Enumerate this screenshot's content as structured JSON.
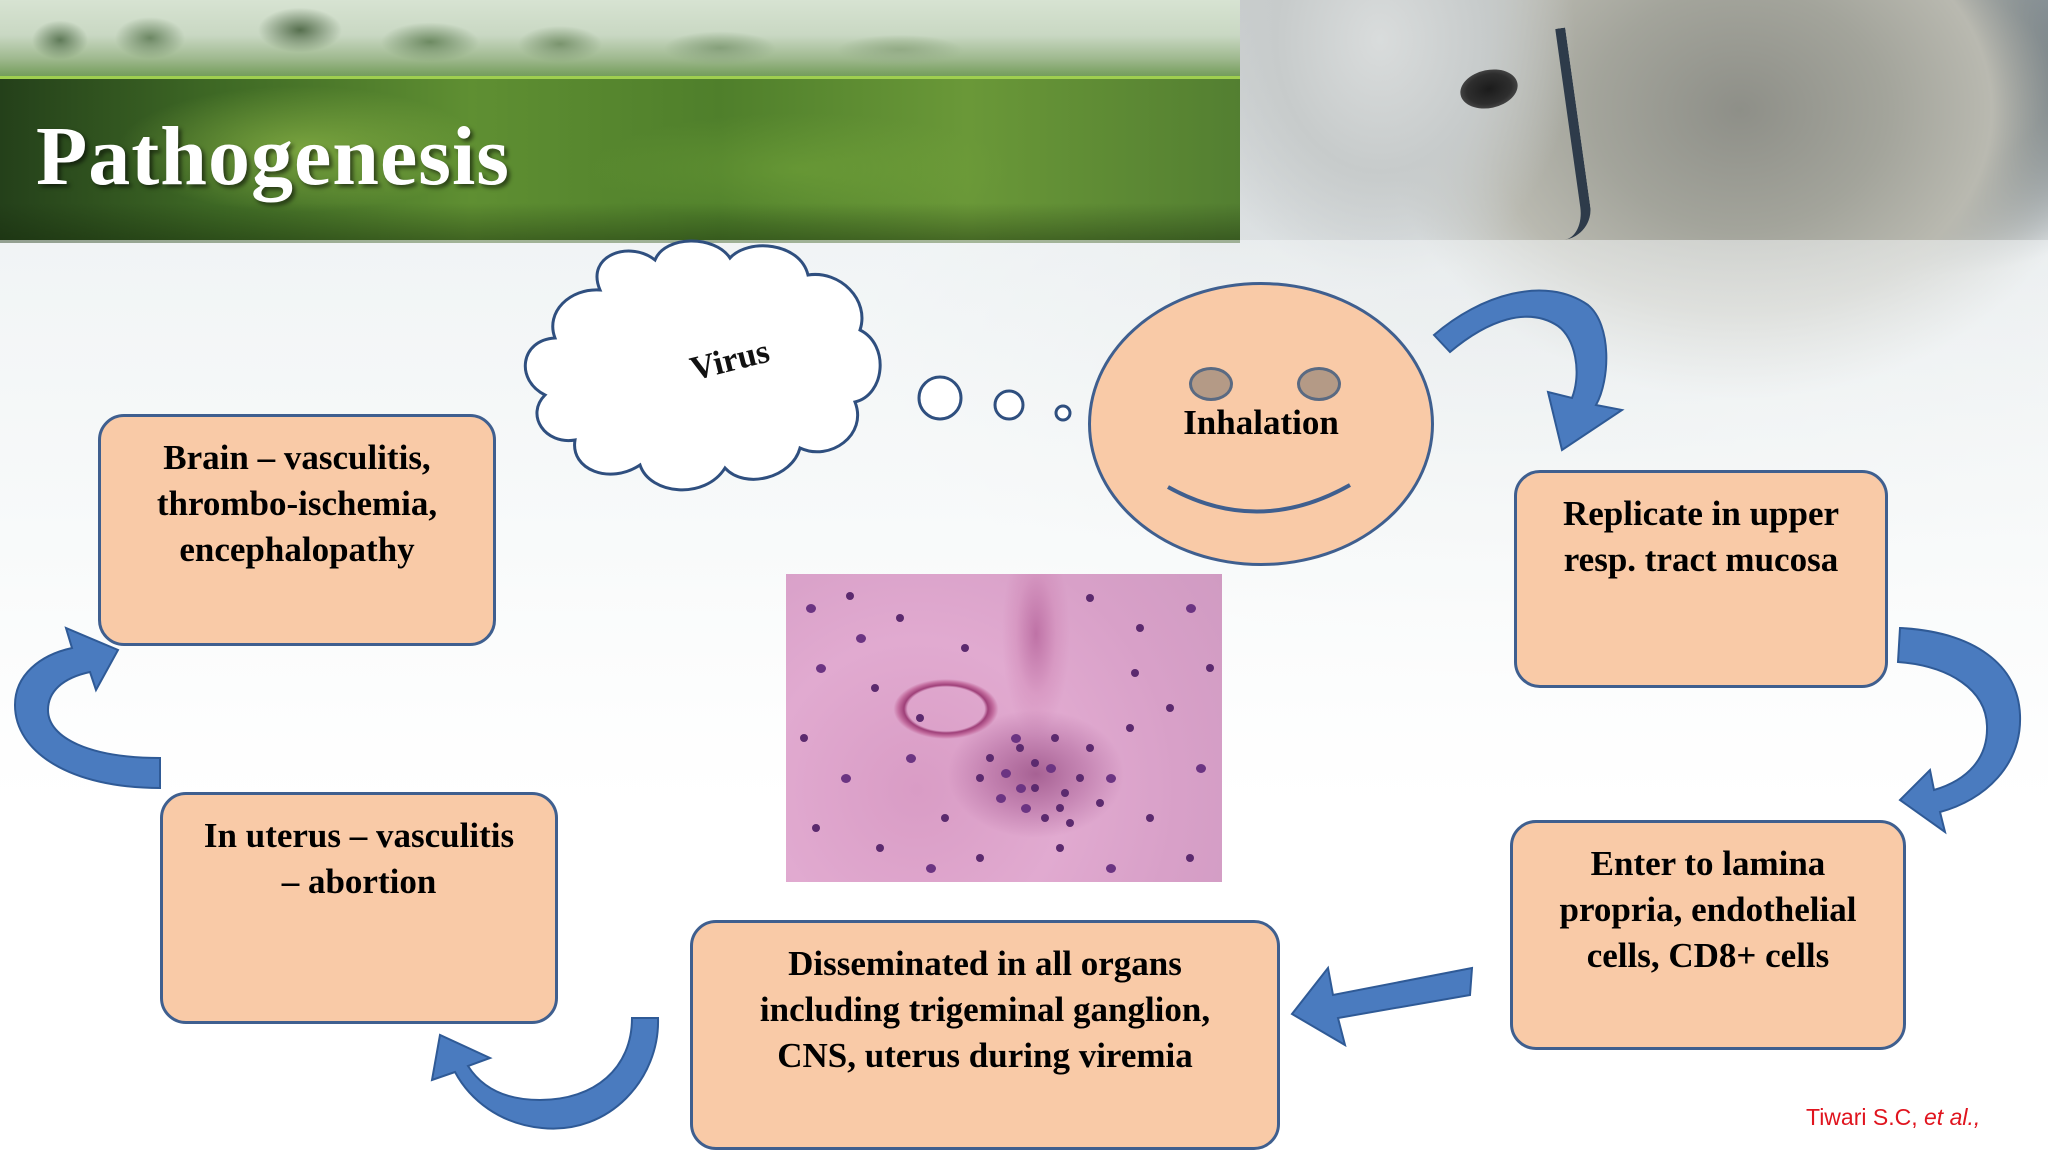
{
  "slide": {
    "title": "Pathogenesis",
    "cloud_label": "Virus",
    "face_label": "Inhalation",
    "boxes": {
      "replicate": [
        "Replicate in upper",
        "resp. tract mucosa"
      ],
      "lamina": [
        "Enter to lamina",
        "propria, endothelial",
        "cells, CD8+ cells"
      ],
      "disseminated": [
        "Disseminated in all organs",
        "including trigeminal ganglion,",
        "CNS, uterus during viremia"
      ],
      "uterus": [
        "In uterus – vasculitis",
        "– abortion"
      ],
      "brain": [
        "Brain – vasculitis,",
        "thrombo-ischemia,",
        "encephalopathy"
      ]
    },
    "citation": {
      "author": "Tiwari S.C,",
      "etal": "et al.,"
    },
    "colors": {
      "box_fill": "#f9caa7",
      "box_border": "#3f5f8f",
      "arrow_fill": "#4a7bbf",
      "title_bar": "#4f7f2b",
      "citation": "#e0141e"
    }
  }
}
